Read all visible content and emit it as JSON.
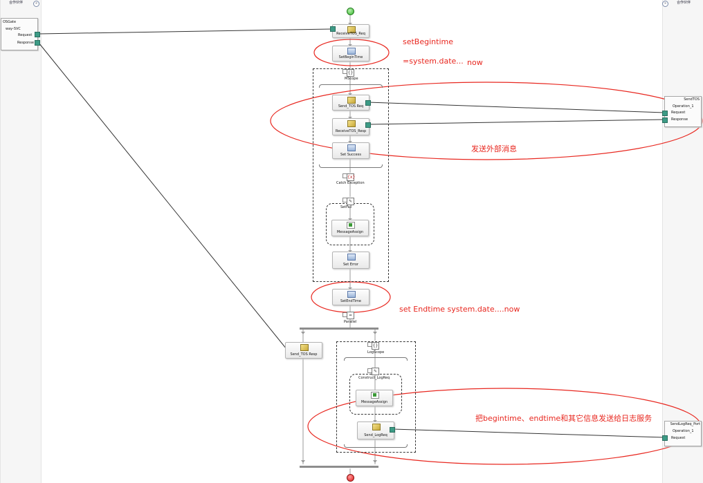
{
  "panels": {
    "left_title": "合作伙伴",
    "right_title": "合作伙伴",
    "collapse_left": "«",
    "collapse_right": "»"
  },
  "left_port": {
    "name_line1": "OSGate",
    "name_line2": "way-SVC",
    "request": "Request",
    "response": "Response"
  },
  "right_ports": {
    "tos": {
      "title": "SendTOS",
      "operation": "Operation_1",
      "request": "Request",
      "response": "Response"
    },
    "log": {
      "title": "SendLogReq_Port",
      "operation": "Operation_1",
      "request": "Request"
    }
  },
  "flow": {
    "receive_tos": "ReceiveTOS_Req",
    "set_begin": "SetBeginTime",
    "scope_main": "MScope",
    "send_tos_req": "Send_TOS Req",
    "receive_tos_resp": "ReceiveTOS_Resp",
    "set_success": "Set Success",
    "catch_exception": "Catch Exception",
    "set_fail": "SetFail",
    "msg_assign": "MessageAssign",
    "set_error": "Set Error",
    "set_end": "SetEndTime",
    "parallel": "Parallel",
    "send_resp": "Send_TOS Resp",
    "log_scope": "LogScope",
    "construct_log": "Construct_LogReq",
    "msg_assign_2": "MessageAssign",
    "send_log": "Send_LogReq"
  },
  "annotations": {
    "set_begin_1": "setBegintime",
    "set_begin_2": "=system.date...",
    "set_begin_3": "now",
    "send_external": "发送外部消息",
    "set_end": "set Endtime   system.date....now",
    "log_info": "把begintime、endtime和其它信息发送给日志服务"
  },
  "colors": {
    "annotation": "#e8271f",
    "start": "#34b52c",
    "end": "#e01818",
    "pin": "#3d9b86"
  }
}
